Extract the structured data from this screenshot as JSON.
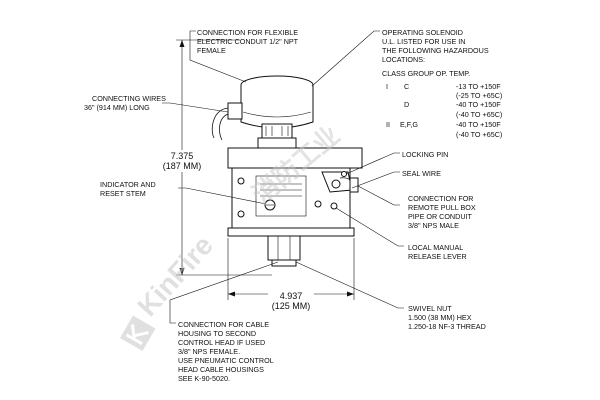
{
  "callouts": {
    "conduit_connection": [
      "CONNECTION FOR FLEXIBLE",
      "ELECTRIC CONDUIT 1/2\" NPT",
      "FEMALE"
    ],
    "solenoid": [
      "OPERATING SOLENOID",
      "U.L. LISTED FOR USE IN",
      "THE FOLLOWING HAZARDOUS",
      "LOCATIONS:"
    ],
    "class_header": "CLASS  GROUP   OP. TEMP.",
    "class_rows": [
      {
        "cls": "I",
        "grp": "C",
        "t1": "-13 TO +150F",
        "t2": "(-25 TO +65C)"
      },
      {
        "cls": "",
        "grp": "D",
        "t1": "-40 TO +150F",
        "t2": "(-40 TO +65C)"
      },
      {
        "cls": "II",
        "grp": "E,F,G",
        "t1": "-40 TO +150F",
        "t2": "(-40 TO +65C)"
      }
    ],
    "wires": [
      "CONNECTING WIRES",
      "36\" (914 MM) LONG"
    ],
    "indicator": [
      "INDICATOR AND",
      "RESET STEM"
    ],
    "locking_pin": "LOCKING PIN",
    "seal_wire": "SEAL WIRE",
    "remote_pull": [
      "CONNECTION FOR",
      "REMOTE PULL BOX",
      "PIPE OR CONDUIT",
      "3/8\" NPS MALE"
    ],
    "manual_release": [
      "LOCAL MANUAL",
      "RELEASE LEVER"
    ],
    "swivel_nut": [
      "SWIVEL NUT",
      "1.500 (38 MM) HEX",
      "1.250-18 NF-3 THREAD"
    ],
    "cable_housing": [
      "CONNECTION FOR CABLE",
      "HOUSING TO SECOND",
      "CONTROL HEAD IF USED",
      "3/8\" NPS FEMALE.",
      "USE PNEUMATIC CONTROL",
      "HEAD CABLE HOUSINGS",
      "SEE K-90-5020."
    ]
  },
  "dimensions": {
    "height_in": "7.375",
    "height_mm": "(187 MM)",
    "width_in": "4.937",
    "width_mm": "(125 MM)"
  },
  "watermark": {
    "logo_text": "KinFire",
    "chinese": "消防工业"
  }
}
